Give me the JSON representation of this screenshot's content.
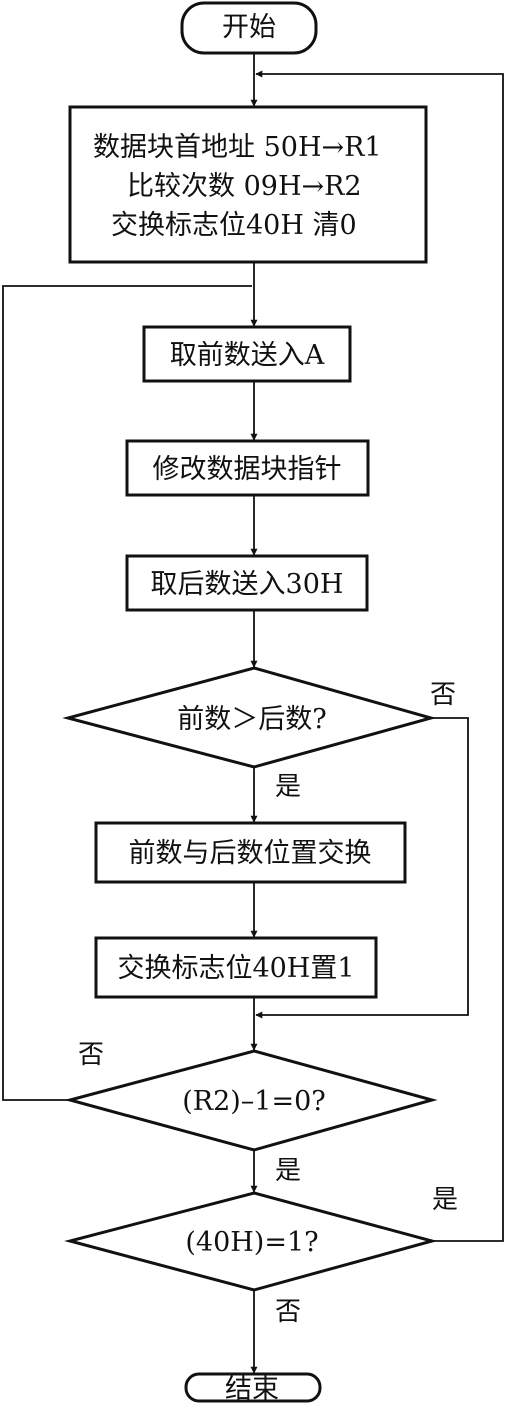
{
  "flowchart": {
    "start": "开始",
    "init": {
      "line1": "数据块首地址 50H→R1",
      "line2": "比较次数 09H→R2",
      "line3": "交换标志位40H 清0"
    },
    "step_fetch_front": "取前数送入A",
    "step_modify_pointer": "修改数据块指针",
    "step_fetch_back": "取后数送入30H",
    "decision_compare": "前数＞后数?",
    "step_swap": "前数与后数位置交换",
    "step_set_flag": "交换标志位40H置1",
    "decision_count": "(R2)–1=0?",
    "decision_flag": "(40H)=1?",
    "end": "结束"
  },
  "edge_labels": {
    "compare_no": "否",
    "compare_yes": "是",
    "count_no": "否",
    "count_yes": "是",
    "flag_yes": "是",
    "flag_no": "否"
  }
}
